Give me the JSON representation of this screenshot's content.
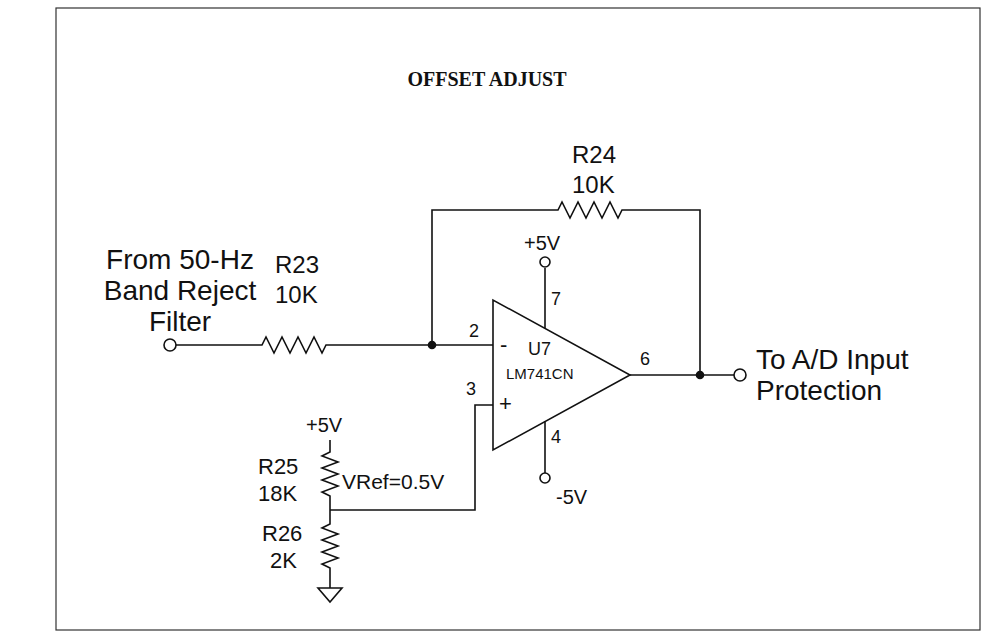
{
  "diagram": {
    "title": "OFFSET ADJUST",
    "labels": [
      "From 50-Hz Band Reject Filter",
      "R23",
      "10K",
      "R24",
      "10K",
      "+5V",
      "2",
      "7",
      "-",
      "U7",
      "LM741CN",
      "+",
      "6",
      "3",
      "4",
      "-5V",
      "+5V",
      "R25",
      "18K",
      "VRef=0.5V",
      "R26",
      "2K",
      "To A/D Input Protection"
    ]
  }
}
